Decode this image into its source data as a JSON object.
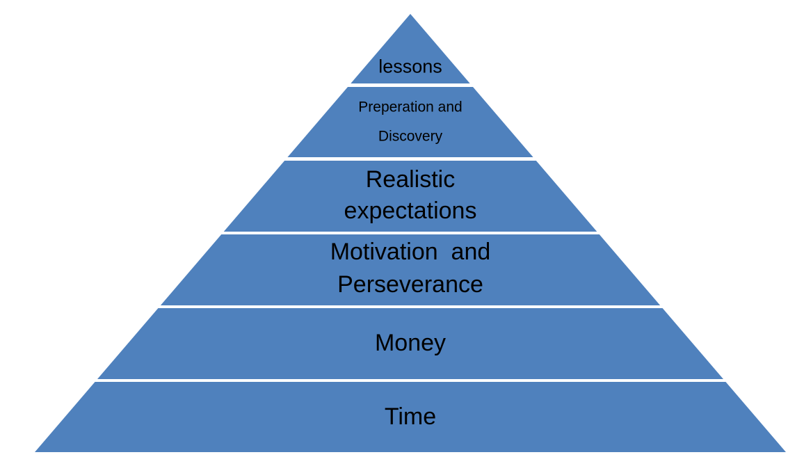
{
  "colors": {
    "fill": "#4f81bd",
    "text": "#000000",
    "background": "#ffffff"
  },
  "pyramid": {
    "levels": [
      {
        "lines": [
          "lessons"
        ]
      },
      {
        "lines": [
          "Preperation and",
          "Discovery"
        ]
      },
      {
        "lines": [
          "Realistic",
          "expectations"
        ]
      },
      {
        "lines": [
          "Motivation  and",
          "Perseverance"
        ]
      },
      {
        "lines": [
          "Money"
        ]
      },
      {
        "lines": [
          "Time"
        ]
      }
    ]
  }
}
